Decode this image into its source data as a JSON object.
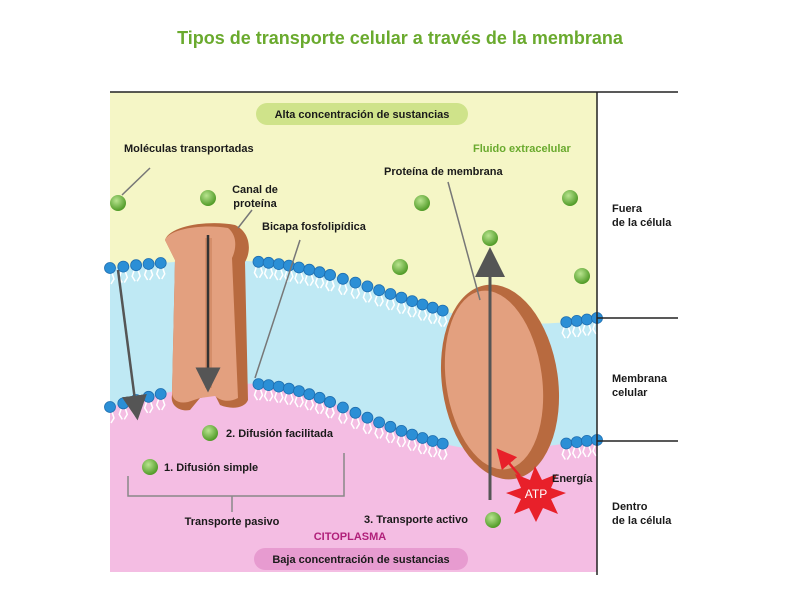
{
  "title": "Tipos de transporte celular a través de la membrana",
  "labels": {
    "alta": "Alta concentración de sustancias",
    "baja": "Baja concentración de sustancias",
    "moleculas": "Moléculas transportadas",
    "canal_1": "Canal de",
    "canal_2": "proteína",
    "bicapa": "Bicapa fosfolipídica",
    "fluido": "Fluido extracelular",
    "proteina_membrana": "Proteína de membrana",
    "difusion_facilitada": "2. Difusión facilitada",
    "difusion_simple": "1. Difusión simple",
    "transporte_pasivo": "Transporte pasivo",
    "transporte_activo": "3. Transporte activo",
    "citoplasma": "CITOPLASMA",
    "energia": "Energía",
    "atp": "ATP"
  },
  "side_labels": {
    "fuera_1": "Fuera",
    "fuera_2": "de la célula",
    "membrana_1": "Membrana",
    "membrana_2": "celular",
    "dentro_1": "Dentro",
    "dentro_2": "de la célula"
  },
  "colors": {
    "extracellular": "#f5f6c6",
    "membrane": "#bfe9f4",
    "cytoplasm": "#f4bde3",
    "phospholipid_head": "#2b8fd6",
    "protein": "#e3a07f",
    "protein_edge": "#b86a3f",
    "molecule": "#6dbb3c",
    "title_green": "#6aaa2e",
    "cytoplasm_text": "#b0207a",
    "atp_red": "#e8202a"
  }
}
